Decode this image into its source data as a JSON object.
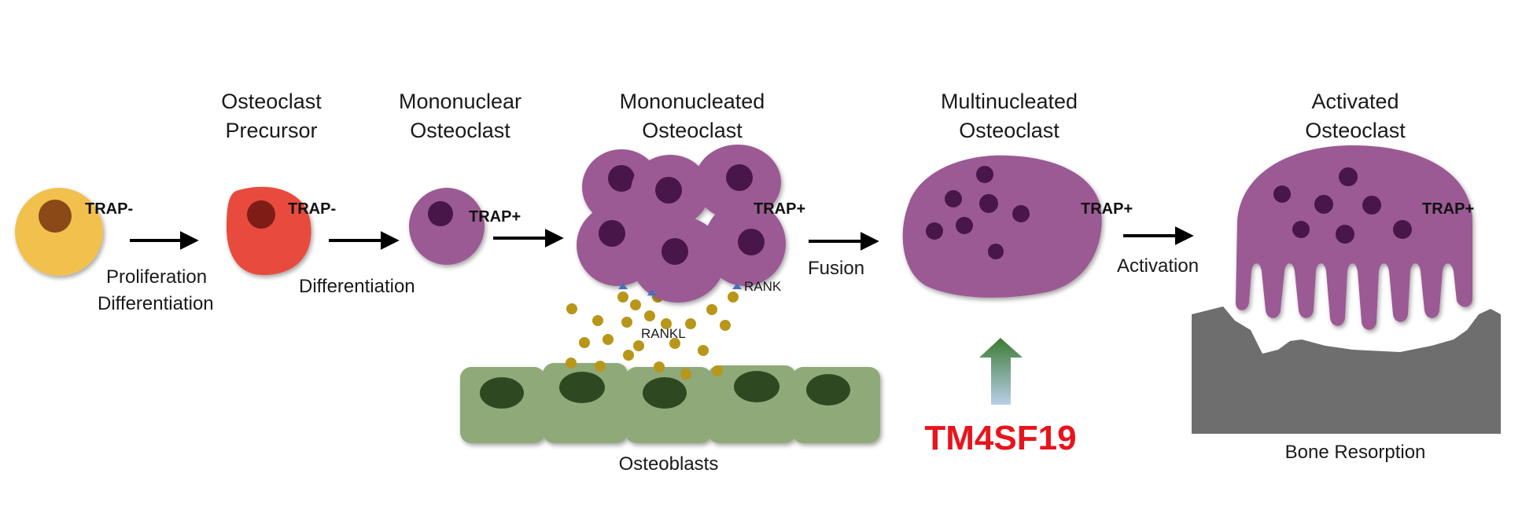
{
  "stages": {
    "precursor": {
      "line1": "Osteoclast",
      "line2": "Precursor"
    },
    "mononuclear": {
      "line1": "Mononuclear",
      "line2": "Osteoclast"
    },
    "mononucleated": {
      "line1": "Mononucleated",
      "line2": "Osteoclast"
    },
    "multinucleated": {
      "line1": "Multinucleated",
      "line2": "Osteoclast"
    },
    "activated": {
      "line1": "Activated",
      "line2": "Osteoclast"
    }
  },
  "markers": {
    "stem": "TRAP-",
    "precursor": "TRAP-",
    "mononuclear": "TRAP+",
    "mononucleated": "TRAP+",
    "multinucleated": "TRAP+",
    "activated": "TRAP+"
  },
  "steps": {
    "proliferation": "Proliferation",
    "differentiation1": "Differentiation",
    "differentiation2": "Differentiation",
    "fusion": "Fusion",
    "activation": "Activation"
  },
  "labels": {
    "rank": "RANK",
    "rankl": "RANKL",
    "osteoblasts": "Osteoblasts",
    "bone_resorption": "Bone Resorption",
    "gene": "TM4SF19"
  },
  "colors": {
    "stem_cell": "#F2C14E",
    "precursor_cell": "#E84C3D",
    "osteoclast": "#9B5A94",
    "nucleus": "#4A1548",
    "osteoblast": "#8FAA78",
    "osteoblast_nucleus": "#2F4A22",
    "rankl_dot": "#B8961A",
    "bone": "#6E6E6E",
    "gene_text": "#E8141C",
    "up_arrow_top": "#3C7A32",
    "up_arrow_bottom": "#B9CFEA"
  }
}
